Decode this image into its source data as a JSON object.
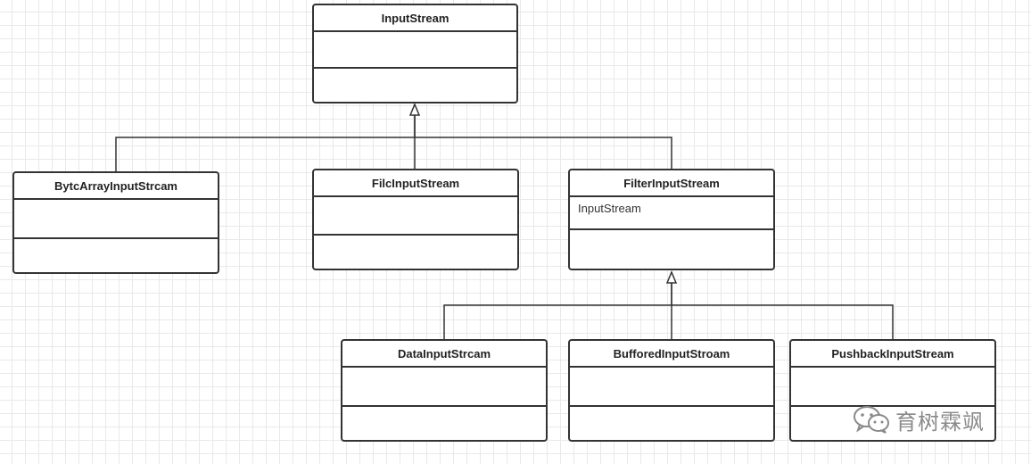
{
  "diagram": {
    "classes": [
      {
        "id": "inputstream",
        "name": "InputStream",
        "attribute": ""
      },
      {
        "id": "bytearrayinputstream",
        "name": "BytcArrayInputStrcam",
        "attribute": ""
      },
      {
        "id": "fileinputstream",
        "name": "FilcInputStream",
        "attribute": ""
      },
      {
        "id": "filterinputstream",
        "name": "FilterInputStream",
        "attribute": "InputStream"
      },
      {
        "id": "datainputstream",
        "name": "DataInputStrcam",
        "attribute": ""
      },
      {
        "id": "bufferedinputstream",
        "name": "BufforedInputStroam",
        "attribute": ""
      },
      {
        "id": "pushbackinputstream",
        "name": "PushbackInputStream",
        "attribute": ""
      }
    ],
    "relationships": [
      {
        "type": "generalization",
        "from": "bytearrayinputstream",
        "to": "inputstream"
      },
      {
        "type": "generalization",
        "from": "fileinputstream",
        "to": "inputstream"
      },
      {
        "type": "generalization",
        "from": "filterinputstream",
        "to": "inputstream"
      },
      {
        "type": "generalization",
        "from": "datainputstream",
        "to": "filterinputstream"
      },
      {
        "type": "generalization",
        "from": "bufferedinputstream",
        "to": "filterinputstream"
      },
      {
        "type": "generalization",
        "from": "pushbackinputstream",
        "to": "filterinputstream"
      }
    ]
  },
  "watermark": {
    "text": "育树霖飒",
    "icon": "wechat-icon",
    "color": "#8a8a8a"
  },
  "colors": {
    "line": "#333333",
    "grid": "#e9e9e9"
  }
}
